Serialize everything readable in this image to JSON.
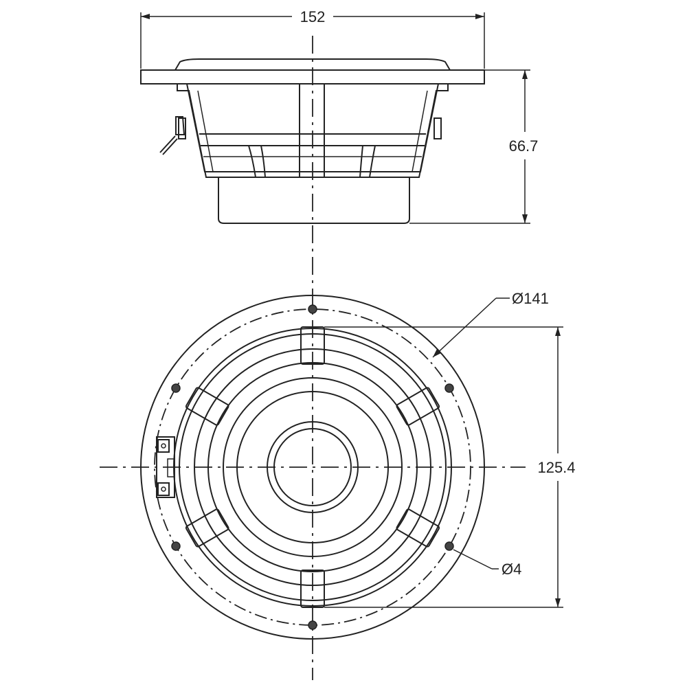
{
  "dimensions": {
    "overall_width": "152",
    "height": "66.7",
    "bolt_circle_diameter": "Ø141",
    "rib_span": "125.4",
    "hole_diameter": "Ø4"
  },
  "colors": {
    "line": "#222222",
    "background": "#ffffff"
  }
}
